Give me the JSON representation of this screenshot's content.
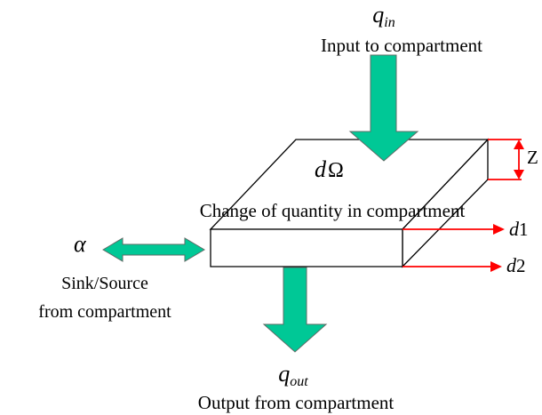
{
  "labels": {
    "q_in_symbol": "q",
    "q_in_subscript": "in",
    "input": "Input to compartment",
    "d_omega_d": "d",
    "d_omega_omega": "Ω",
    "change": "Change of quantity in compartment",
    "z": "Z",
    "alpha": "α",
    "sink_line1": "Sink/Source",
    "sink_line2": "from compartment",
    "d1_d": "d",
    "d1_num": "1",
    "d2_d": "d",
    "d2_num": "2",
    "q_out_symbol": "q",
    "q_out_subscript": "out",
    "output": "Output from compartment"
  },
  "colors": {
    "flow_arrow": "#00c896",
    "dimension_arrow": "#ff0000",
    "outline": "#000000"
  }
}
